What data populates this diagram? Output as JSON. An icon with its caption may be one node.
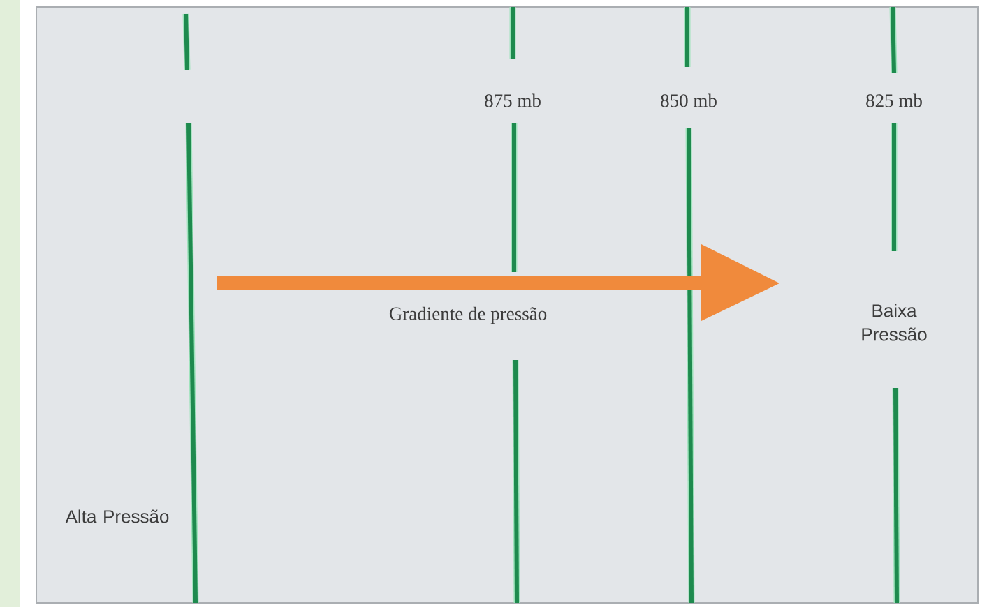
{
  "diagram": {
    "labels": [
      "875 mb",
      "850 mb",
      "825 mb",
      "Gradiente de pressão",
      "Baixa Pressão",
      "Alta Pressão"
    ]
  }
}
